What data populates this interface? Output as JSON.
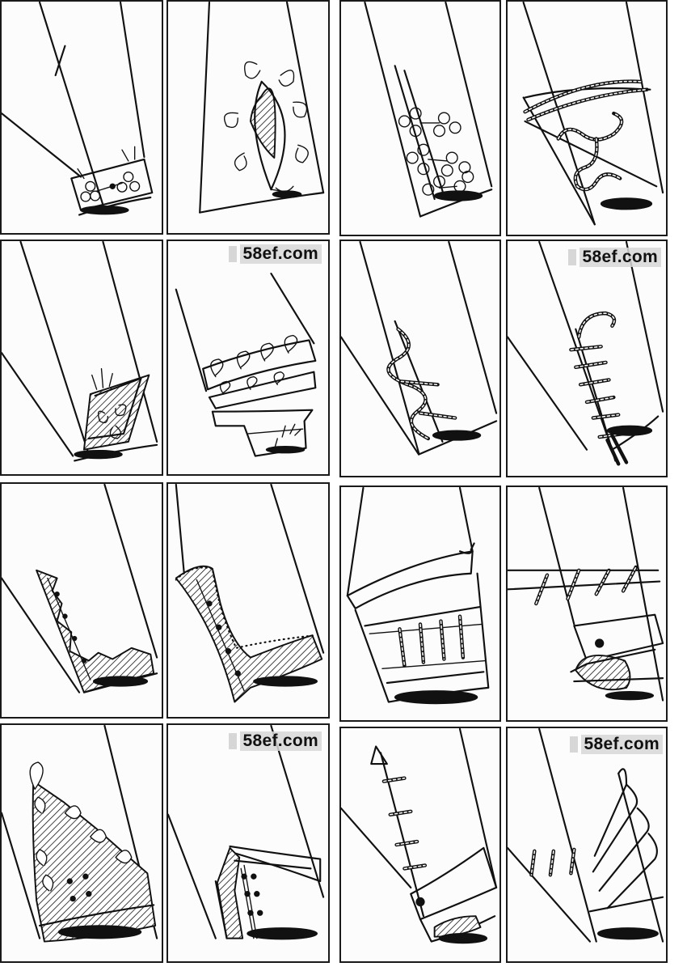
{
  "sheet": {
    "watermark": "58ef.com",
    "grid": {
      "rows": 4,
      "columns": 4,
      "panel_count": 16
    },
    "ink_color": "#111111",
    "background_color": "#ffffff",
    "panels": [
      {
        "id": "r1c1",
        "motif": "cuff-with-trefoil-frogging"
      },
      {
        "id": "r1c2",
        "motif": "slit-with-scroll-braid"
      },
      {
        "id": "r1c3",
        "motif": "vertical-frog-closures"
      },
      {
        "id": "r1c4",
        "motif": "cord-band-with-scroll-braid"
      },
      {
        "id": "r2c1",
        "motif": "pointed-cuff-with-embroidery"
      },
      {
        "id": "r2c2",
        "motif": "loop-braid-band-with-flared-cuff",
        "watermark": true
      },
      {
        "id": "r2c3",
        "motif": "cord-zigzag-lacing"
      },
      {
        "id": "r2c4",
        "motif": "diagonal-cord-lacing",
        "watermark": true
      },
      {
        "id": "r3c1",
        "motif": "scalloped-hatched-facing"
      },
      {
        "id": "r3c2",
        "motif": "beaded-edge-hatched-facing"
      },
      {
        "id": "r3c3",
        "motif": "banded-cuff-with-cord-bars"
      },
      {
        "id": "r3c4",
        "motif": "cord-band-with-tab-cuff"
      },
      {
        "id": "r4c1",
        "motif": "loop-braid-hatched-cuff"
      },
      {
        "id": "r4c2",
        "motif": "buttoned-tab-cuff",
        "watermark": true
      },
      {
        "id": "r4c3",
        "motif": "triangle-toggle-with-cord-bars"
      },
      {
        "id": "r4c4",
        "motif": "pleated-cuff-with-cord-bars",
        "watermark": true
      }
    ]
  }
}
